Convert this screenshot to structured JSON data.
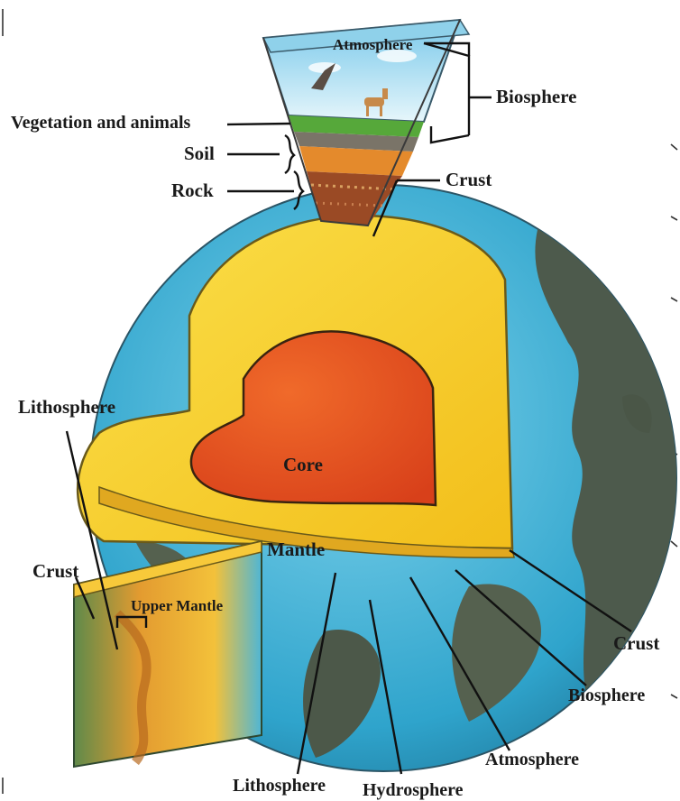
{
  "labels": {
    "atmosphere_top": "Atmosphere",
    "biosphere_top": "Biosphere",
    "vegetation": "Vegetation and animals",
    "soil": "Soil",
    "rock": "Rock",
    "crust_top": "Crust",
    "lithosphere_left": "Lithosphere",
    "core": "Core",
    "mantle": "Mantle",
    "crust_left": "Crust",
    "upper_mantle": "Upper Mantle",
    "crust_right": "Crust",
    "biosphere_right": "Biosphere",
    "atmosphere_bottom": "Atmosphere",
    "lithosphere_bottom": "Lithosphere",
    "hydrosphere": "Hydrosphere"
  },
  "colors": {
    "ocean": "#3fb3d6",
    "land": "#4f5a4e",
    "mantle": "#f9d128",
    "core": "#e8531c",
    "soil": "#e48a2c",
    "rock": "#9a4a25",
    "grass": "#56a83a",
    "sky": "#bfe6f5"
  }
}
